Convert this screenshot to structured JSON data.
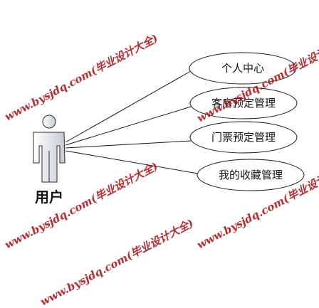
{
  "diagram": {
    "actor": {
      "label": "用户"
    },
    "use_cases": [
      {
        "label": "个人中心"
      },
      {
        "label": "客房预定管理"
      },
      {
        "label": "门票预定管理"
      },
      {
        "label": "我的收藏管理"
      }
    ],
    "watermark": {
      "text": "www.bysjdq.com(毕业设计大全)"
    },
    "colors": {
      "line": "#1a1a1a",
      "ellipse_fill": "#ffffff",
      "actor_gradient_start": "#ffffff",
      "actor_gradient_end": "#c6cbd2",
      "watermark": "#b0161a"
    }
  }
}
